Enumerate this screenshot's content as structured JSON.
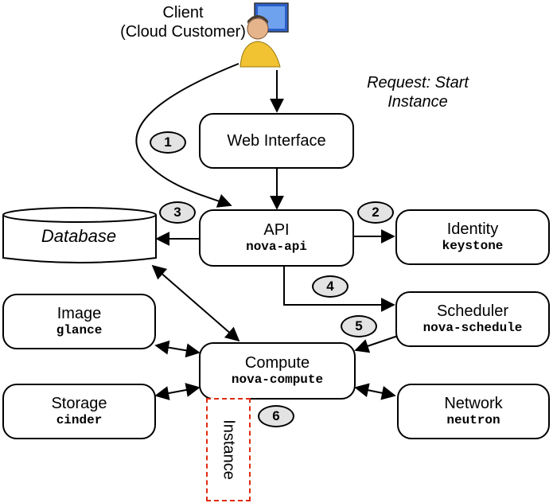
{
  "client": {
    "line1": "Client",
    "line2": "(Cloud Customer)",
    "icon": "user-at-computer-icon"
  },
  "request_note": {
    "line1": "Request: Start",
    "line2": "Instance"
  },
  "nodes": {
    "web": {
      "title": "Web Interface"
    },
    "api": {
      "title": "API",
      "sub": "nova-api"
    },
    "identity": {
      "title": "Identity",
      "sub": "keystone"
    },
    "database": {
      "title": "Database"
    },
    "scheduler": {
      "title": "Scheduler",
      "sub": "nova-schedule"
    },
    "image": {
      "title": "Image",
      "sub": "glance"
    },
    "compute": {
      "title": "Compute",
      "sub": "nova-compute"
    },
    "storage": {
      "title": "Storage",
      "sub": "cinder"
    },
    "network": {
      "title": "Network",
      "sub": "neutron"
    },
    "instance": {
      "title": "Instance"
    }
  },
  "steps": [
    "1",
    "2",
    "3",
    "4",
    "5",
    "6"
  ],
  "colors": {
    "instance_border": "#e02a10",
    "step_fill": "#e3e3e3"
  }
}
